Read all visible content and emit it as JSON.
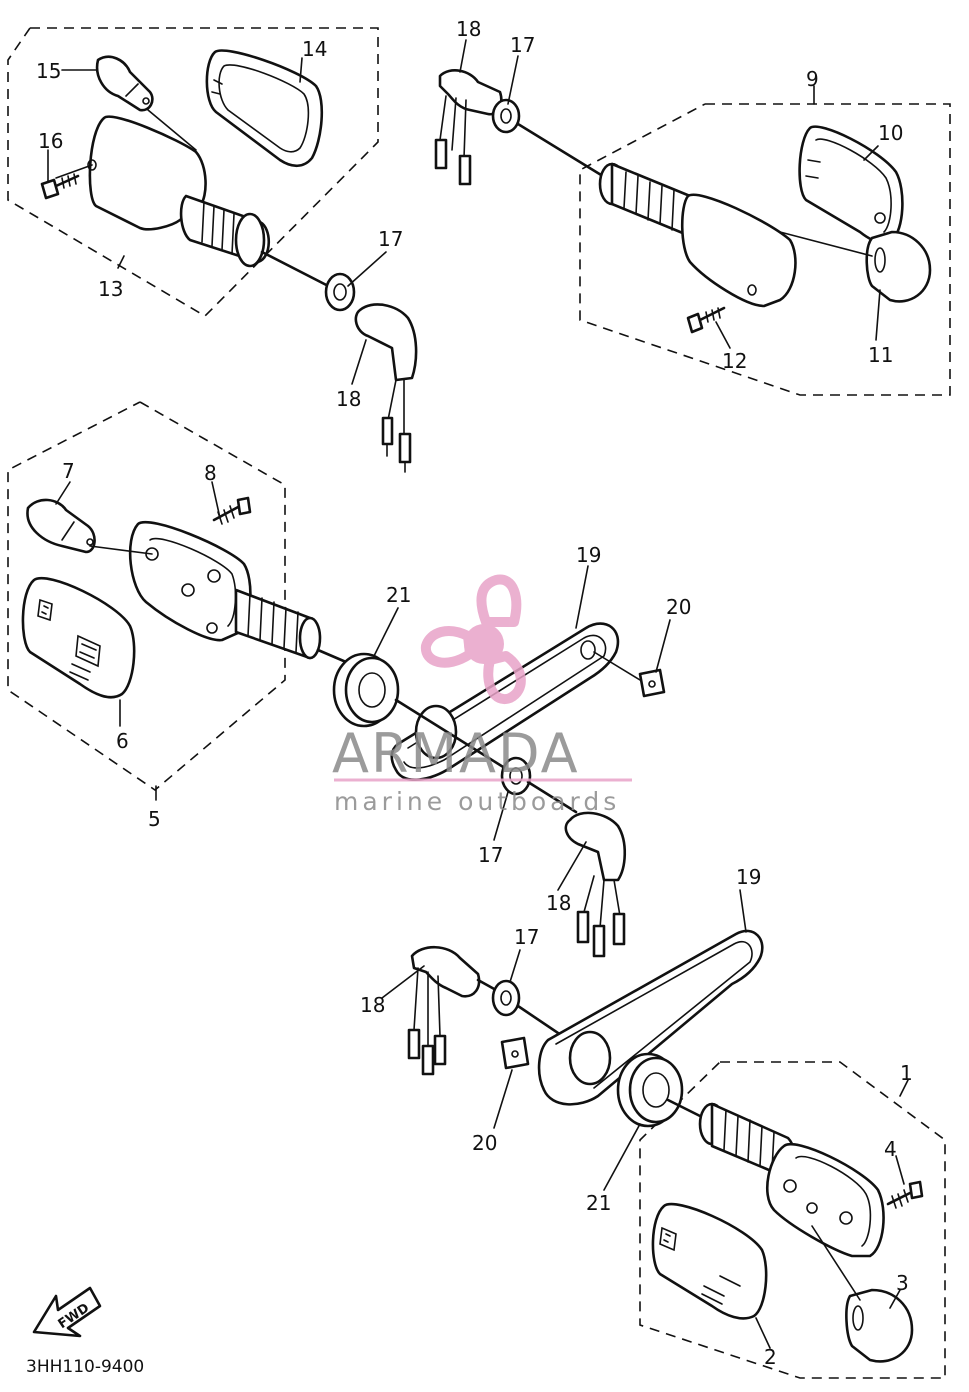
{
  "diagram": {
    "part_code": "3HH110-9400",
    "fwd_label": "FWD",
    "watermark": {
      "brand": "ARMADA",
      "tagline": "marine outboards",
      "accent_color": "#e8a3c8"
    },
    "callouts": [
      "1",
      "2",
      "3",
      "4",
      "5",
      "6",
      "7",
      "8",
      "9",
      "10",
      "11",
      "12",
      "13",
      "14",
      "15",
      "16",
      "17",
      "17",
      "17",
      "17",
      "18",
      "18",
      "18",
      "18",
      "19",
      "19",
      "20",
      "20",
      "21",
      "21"
    ]
  }
}
